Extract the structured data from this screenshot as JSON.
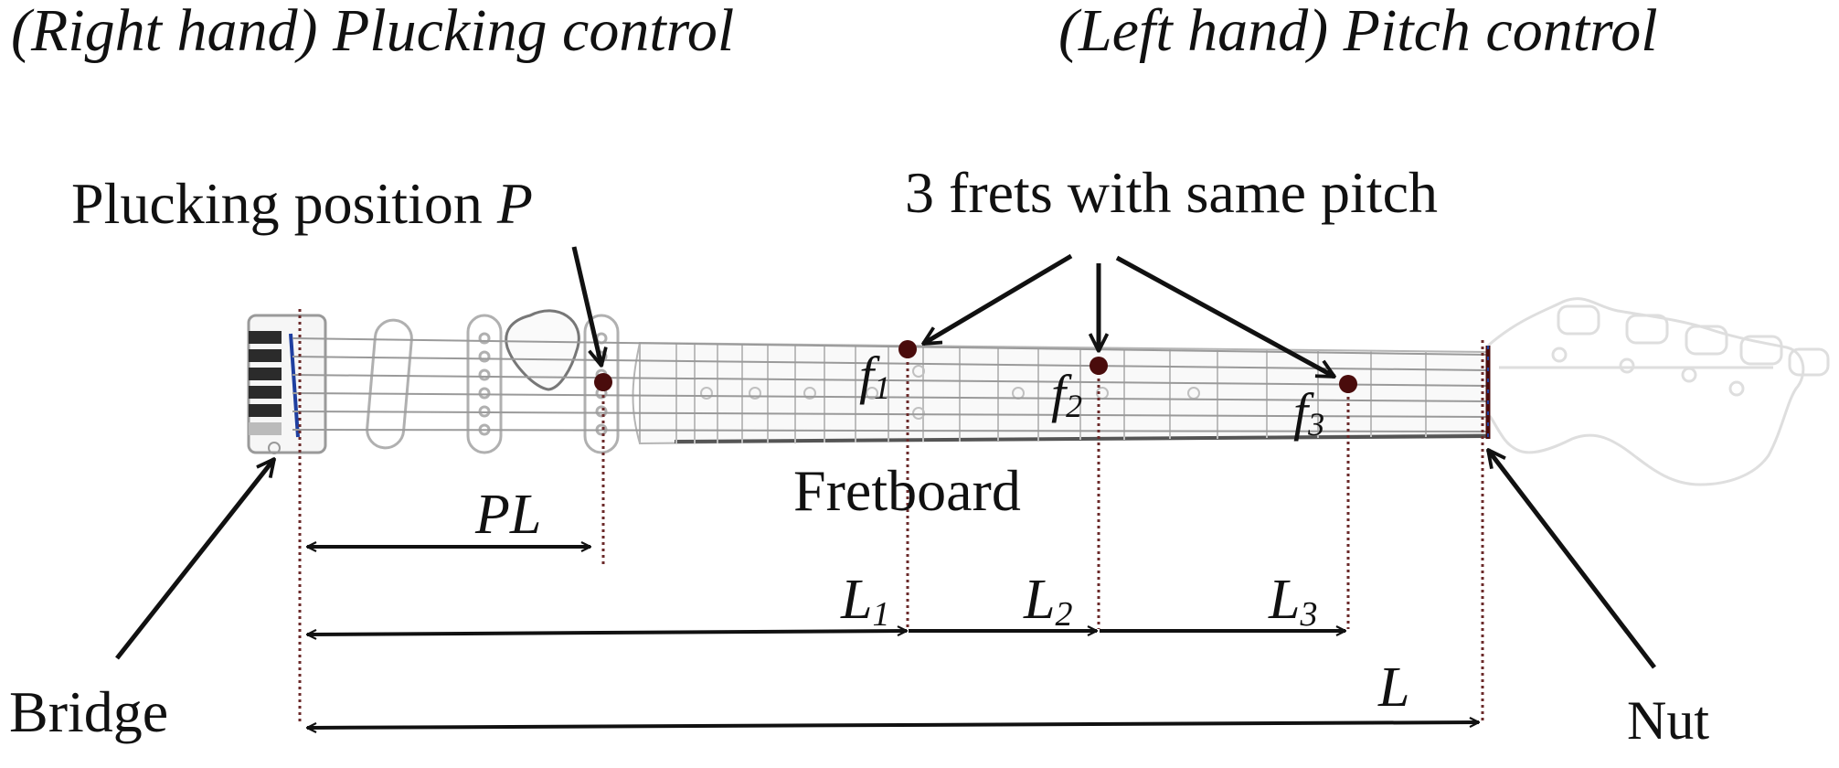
{
  "headings": {
    "right_hand": "(Right hand) Plucking control",
    "left_hand": "(Left hand) Pitch control"
  },
  "labels": {
    "plucking_position": "Plucking position ",
    "plucking_symbol": "P",
    "same_pitch": "3 frets with same pitch",
    "fretboard": "Fretboard",
    "bridge": "Bridge",
    "nut": "Nut"
  },
  "frets": [
    {
      "letter": "f",
      "sub": "1"
    },
    {
      "letter": "f",
      "sub": "2"
    },
    {
      "letter": "f",
      "sub": "3"
    }
  ],
  "lengths": {
    "pl": "PL",
    "l_letter": "L",
    "l1_sub": "1",
    "l2_sub": "2",
    "l3_sub": "3",
    "l_total": "L"
  },
  "colors": {
    "ink": "#111111",
    "marker": "#4a0c0c",
    "guide": "#6b2a2a",
    "instrument": "#a8a8a8",
    "bridge_saddle": "#1f3fa0"
  }
}
